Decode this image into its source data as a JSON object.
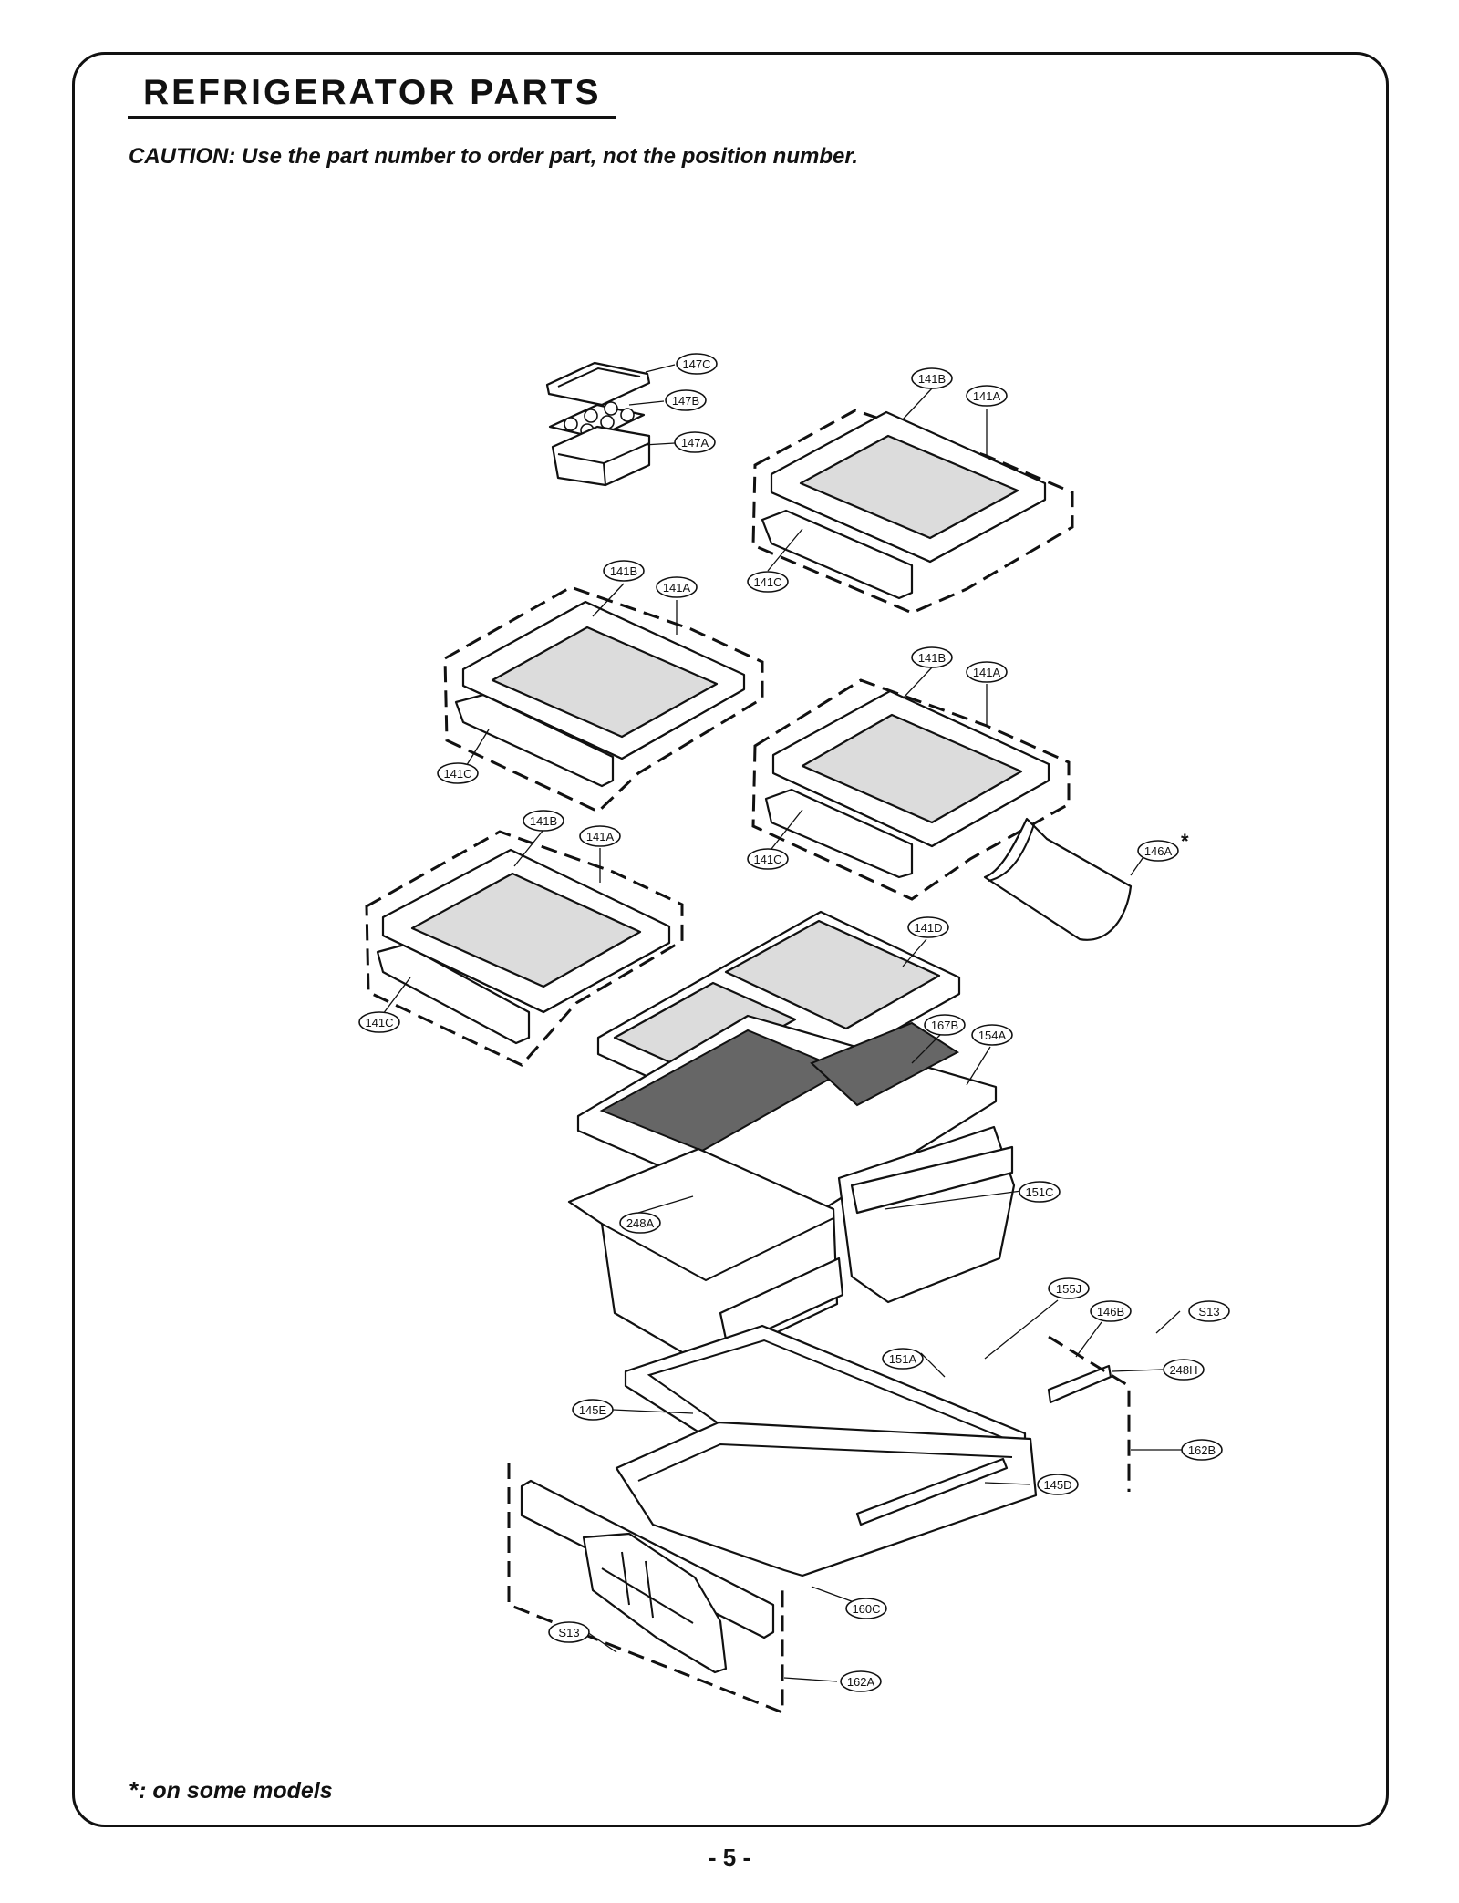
{
  "header": {
    "title": "REFRIGERATOR PARTS",
    "caution": "CAUTION: Use the part number to order part, not the position number."
  },
  "footer": {
    "footnote_symbol": "*",
    "footnote_text": ": on some models",
    "page_number": "- 5 -"
  },
  "callouts": {
    "c147c": "147C",
    "c147b": "147B",
    "c147a": "147A",
    "s1_141b": "141B",
    "s1_141a": "141A",
    "s1_141c": "141C",
    "s2_141b": "141B",
    "s2_141a": "141A",
    "s2_141c": "141C",
    "s3_141b": "141B",
    "s3_141a": "141A",
    "s3_141c": "141C",
    "s4_141b": "141B",
    "s4_141a": "141A",
    "s4_141c": "141C",
    "c146a": "146A",
    "c146a_mark": "*",
    "c141d": "141D",
    "c167b": "167B",
    "c154a": "154A",
    "c151c": "151C",
    "c248a": "248A",
    "c155j": "155J",
    "c146b": "146B",
    "c s13a": "S13",
    "c_s13a": "S13",
    "c248h": "248H",
    "c151a": "151A",
    "c145e": "145E",
    "c162b": "162B",
    "c145d": "145D",
    "c160c": "160C",
    "c_s13b": "S13",
    "c162a": "162A"
  }
}
